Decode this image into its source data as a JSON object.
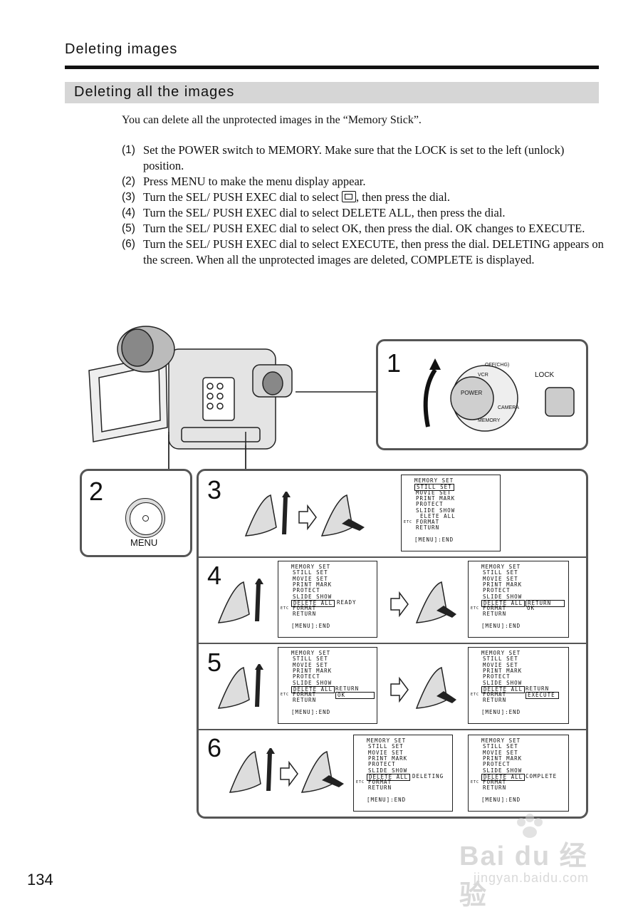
{
  "header": {
    "title": "Deleting images"
  },
  "subheader": {
    "title": "Deleting all the images"
  },
  "intro": "You can delete all the unprotected images in the “Memory Stick”.",
  "steps": [
    {
      "num": "(1)",
      "text": "Set the POWER switch to MEMORY. Make sure that the LOCK is set to the left (unlock) position."
    },
    {
      "num": "(2)",
      "text": "Press MENU to make the menu display appear."
    },
    {
      "num": "(3)",
      "text_before": "Turn the SEL/ PUSH EXEC dial to select ",
      "text_after": ", then press the dial."
    },
    {
      "num": "(4)",
      "text": "Turn the SEL/ PUSH EXEC dial to select DELETE ALL, then press the dial."
    },
    {
      "num": "(5)",
      "text": "Turn the SEL/ PUSH EXEC dial to select OK, then press the dial. OK changes to EXECUTE."
    },
    {
      "num": "(6)",
      "text": "Turn the SEL/ PUSH EXEC dial to select EXECUTE, then press the dial. DELETING appears on the screen. When all the unprotected images are deleted, COMPLETE is displayed."
    }
  ],
  "panels": {
    "p1": {
      "num": "1",
      "power": "POWER",
      "off": "OFF(CHG)",
      "vcr": "VCR",
      "camera": "CAMERA",
      "memory": "MEMORY",
      "lock": "LOCK"
    },
    "p2": {
      "num": "2",
      "button": "MENU"
    },
    "p3": {
      "num": "3"
    },
    "p4": {
      "num": "4"
    },
    "p5": {
      "num": "5"
    },
    "p6": {
      "num": "6"
    }
  },
  "menu": {
    "title": "MEMORY SET",
    "still": "STILL SET",
    "movie": "MOVIE SET",
    "print": "PRINT MARK",
    "protect": "PROTECT",
    "slide": "SLIDE SHOW",
    "delete": "DELETE ALL",
    "delete_partial": "ELETE ALL",
    "format": "FORMAT",
    "ret": "RETURN",
    "end": "[MENU]:END",
    "etc": "ETC",
    "ready": "READY",
    "ok": "OK",
    "execute": "EXECUTE",
    "deleting": "DELETING",
    "complete": "COMPLETE"
  },
  "page_number": "134",
  "watermark": {
    "line1": "Bai du 经验",
    "line2": "jingyan.baidu.com"
  }
}
